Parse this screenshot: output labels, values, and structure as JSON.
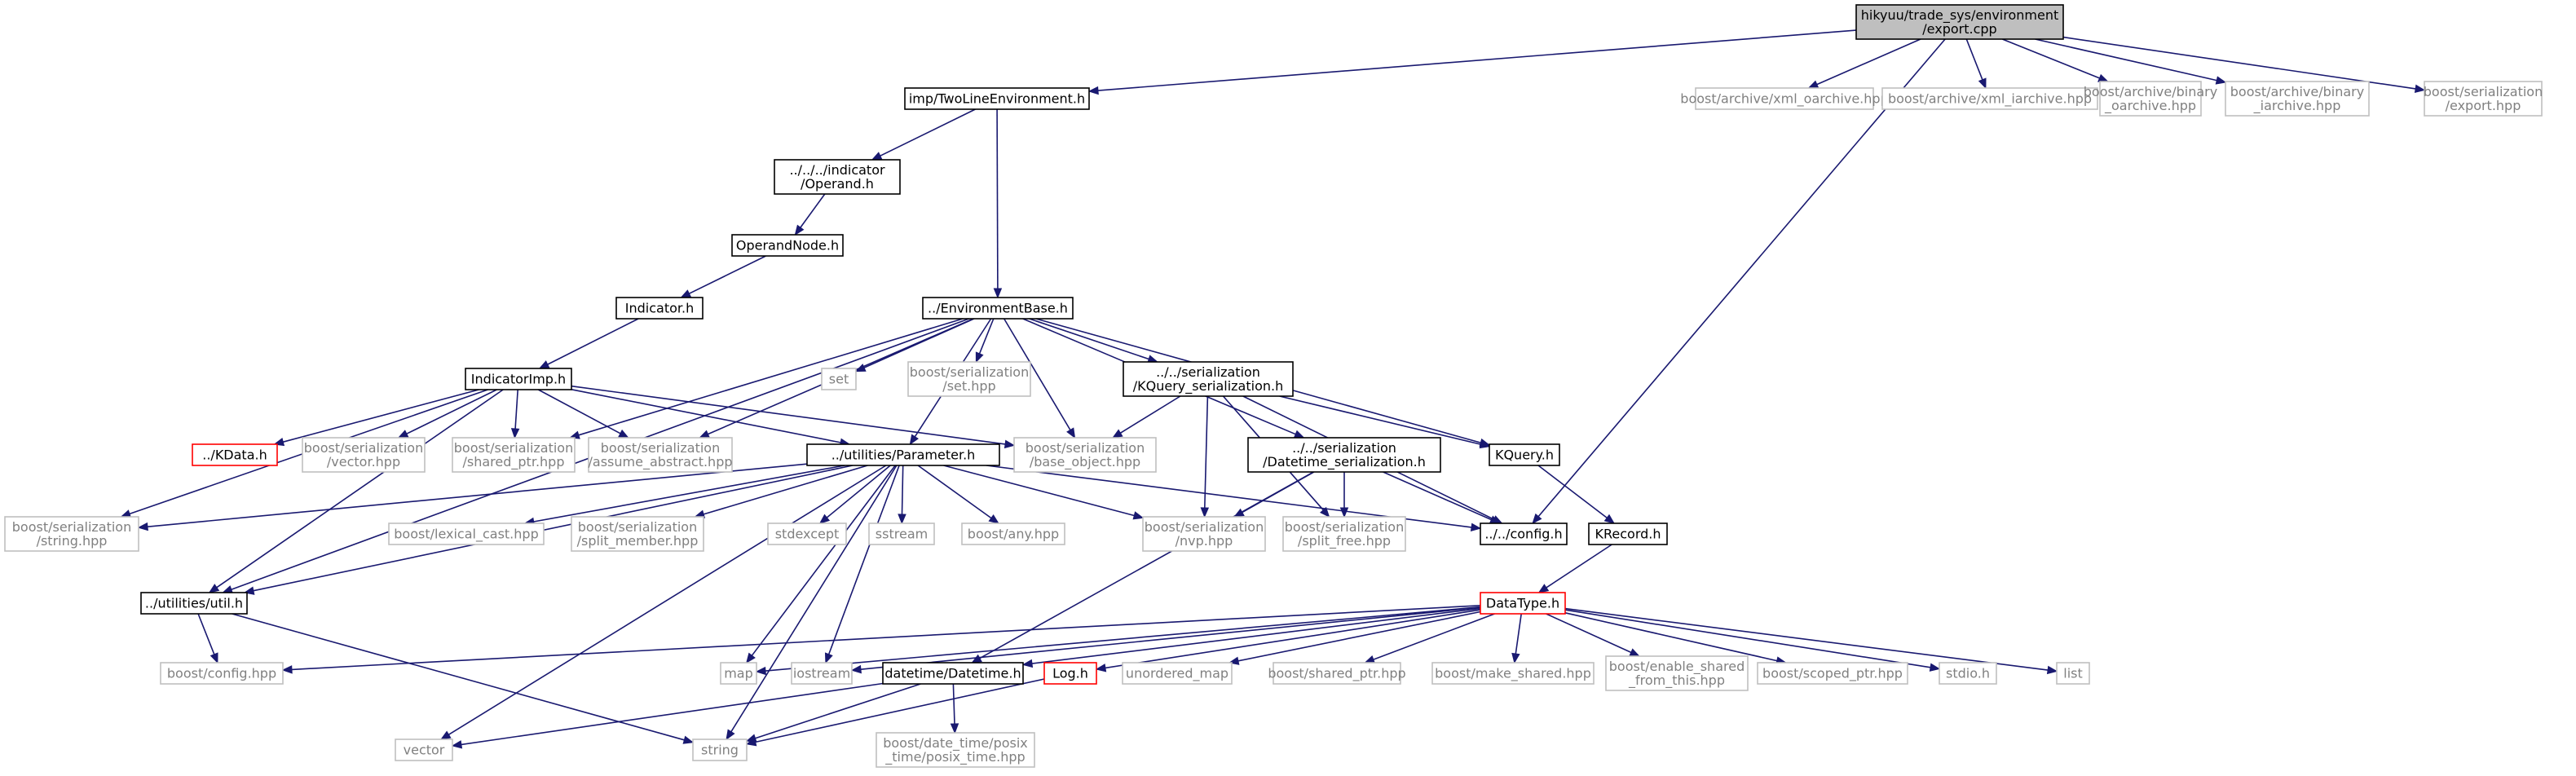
{
  "colors": {
    "edge": "#191970",
    "root_fill": "#bfbfbf",
    "root_stroke": "#000000",
    "local_stroke": "#000000",
    "external_stroke": "#bfbfbf",
    "external_text": "#808080",
    "missing_stroke": "#ff0000",
    "text": "#000000"
  },
  "nodes": [
    {
      "id": "root",
      "kind": "root",
      "lines": [
        "hikyuu/trade_sys/environment",
        "/export.cpp"
      ]
    },
    {
      "id": "twoline",
      "kind": "local",
      "lines": [
        "imp/TwoLineEnvironment.h"
      ]
    },
    {
      "id": "xmlo",
      "kind": "external",
      "lines": [
        "boost/archive/xml_oarchive.hpp"
      ]
    },
    {
      "id": "xmli",
      "kind": "external",
      "lines": [
        "boost/archive/xml_iarchive.hpp"
      ]
    },
    {
      "id": "bino",
      "kind": "external",
      "lines": [
        "boost/archive/binary",
        "_oarchive.hpp"
      ]
    },
    {
      "id": "bini",
      "kind": "external",
      "lines": [
        "boost/archive/binary",
        "_iarchive.hpp"
      ]
    },
    {
      "id": "exporth",
      "kind": "external",
      "lines": [
        "boost/serialization",
        "/export.hpp"
      ]
    },
    {
      "id": "operand",
      "kind": "local",
      "lines": [
        "../../../indicator",
        "/Operand.h"
      ]
    },
    {
      "id": "operandnode",
      "kind": "local",
      "lines": [
        "OperandNode.h"
      ]
    },
    {
      "id": "indicator",
      "kind": "local",
      "lines": [
        "Indicator.h"
      ]
    },
    {
      "id": "envbase",
      "kind": "local",
      "lines": [
        "../EnvironmentBase.h"
      ]
    },
    {
      "id": "indimp",
      "kind": "local",
      "lines": [
        "IndicatorImp.h"
      ]
    },
    {
      "id": "set",
      "kind": "external",
      "lines": [
        "set"
      ]
    },
    {
      "id": "sersethpp",
      "kind": "external",
      "lines": [
        "boost/serialization",
        "/set.hpp"
      ]
    },
    {
      "id": "kqser",
      "kind": "local",
      "lines": [
        "../../serialization",
        "/KQuery_serialization.h"
      ]
    },
    {
      "id": "kdata",
      "kind": "missing",
      "lines": [
        "../KData.h"
      ]
    },
    {
      "id": "vectorhpp",
      "kind": "external",
      "lines": [
        "boost/serialization",
        "/vector.hpp"
      ]
    },
    {
      "id": "sharedptrhpp",
      "kind": "external",
      "lines": [
        "boost/serialization",
        "/shared_ptr.hpp"
      ]
    },
    {
      "id": "assumeabs",
      "kind": "external",
      "lines": [
        "boost/serialization",
        "/assume_abstract.hpp"
      ]
    },
    {
      "id": "param",
      "kind": "local",
      "lines": [
        "../utilities/Parameter.h"
      ]
    },
    {
      "id": "baseobj",
      "kind": "external",
      "lines": [
        "boost/serialization",
        "/base_object.hpp"
      ]
    },
    {
      "id": "dtser",
      "kind": "local",
      "lines": [
        "../../serialization",
        "/Datetime_serialization.h"
      ]
    },
    {
      "id": "kquery",
      "kind": "local",
      "lines": [
        "KQuery.h"
      ]
    },
    {
      "id": "strhpp",
      "kind": "external",
      "lines": [
        "boost/serialization",
        "/string.hpp"
      ]
    },
    {
      "id": "lexcast",
      "kind": "external",
      "lines": [
        "boost/lexical_cast.hpp"
      ]
    },
    {
      "id": "splitmem",
      "kind": "external",
      "lines": [
        "boost/serialization",
        "/split_member.hpp"
      ]
    },
    {
      "id": "stdexcept",
      "kind": "external",
      "lines": [
        "stdexcept"
      ]
    },
    {
      "id": "sstream",
      "kind": "external",
      "lines": [
        "sstream"
      ]
    },
    {
      "id": "anyhpp",
      "kind": "external",
      "lines": [
        "boost/any.hpp"
      ]
    },
    {
      "id": "nvp",
      "kind": "external",
      "lines": [
        "boost/serialization",
        "/nvp.hpp"
      ]
    },
    {
      "id": "splitfree",
      "kind": "external",
      "lines": [
        "boost/serialization",
        "/split_free.hpp"
      ]
    },
    {
      "id": "config",
      "kind": "local",
      "lines": [
        "../../config.h"
      ]
    },
    {
      "id": "krecord",
      "kind": "local",
      "lines": [
        "KRecord.h"
      ]
    },
    {
      "id": "util",
      "kind": "local",
      "lines": [
        "../utilities/util.h"
      ]
    },
    {
      "id": "datatype",
      "kind": "missing",
      "lines": [
        "DataType.h"
      ]
    },
    {
      "id": "boostconfig",
      "kind": "external",
      "lines": [
        "boost/config.hpp"
      ]
    },
    {
      "id": "map",
      "kind": "external",
      "lines": [
        "map"
      ]
    },
    {
      "id": "iostream",
      "kind": "external",
      "lines": [
        "iostream"
      ]
    },
    {
      "id": "datetime",
      "kind": "local",
      "lines": [
        "datetime/Datetime.h"
      ]
    },
    {
      "id": "logh",
      "kind": "missing",
      "lines": [
        "Log.h"
      ]
    },
    {
      "id": "umap",
      "kind": "external",
      "lines": [
        "unordered_map"
      ]
    },
    {
      "id": "bsharedptr",
      "kind": "external",
      "lines": [
        "boost/shared_ptr.hpp"
      ]
    },
    {
      "id": "makeshared",
      "kind": "external",
      "lines": [
        "boost/make_shared.hpp"
      ]
    },
    {
      "id": "enableshared",
      "kind": "external",
      "lines": [
        "boost/enable_shared",
        "_from_this.hpp"
      ]
    },
    {
      "id": "scopedptr",
      "kind": "external",
      "lines": [
        "boost/scoped_ptr.hpp"
      ]
    },
    {
      "id": "stdioh",
      "kind": "external",
      "lines": [
        "stdio.h"
      ]
    },
    {
      "id": "list",
      "kind": "external",
      "lines": [
        "list"
      ]
    },
    {
      "id": "vector",
      "kind": "external",
      "lines": [
        "vector"
      ]
    },
    {
      "id": "string",
      "kind": "external",
      "lines": [
        "string"
      ]
    },
    {
      "id": "posix",
      "kind": "external",
      "lines": [
        "boost/date_time/posix",
        "_time/posix_time.hpp"
      ]
    }
  ],
  "edges": [
    [
      "root",
      "twoline"
    ],
    [
      "root",
      "xmlo"
    ],
    [
      "root",
      "xmli"
    ],
    [
      "root",
      "bino"
    ],
    [
      "root",
      "bini"
    ],
    [
      "root",
      "exporth"
    ],
    [
      "root",
      "config"
    ],
    [
      "twoline",
      "operand"
    ],
    [
      "twoline",
      "envbase"
    ],
    [
      "operand",
      "operandnode"
    ],
    [
      "operandnode",
      "indicator"
    ],
    [
      "indicator",
      "indimp"
    ],
    [
      "envbase",
      "set"
    ],
    [
      "envbase",
      "sersethpp"
    ],
    [
      "envbase",
      "kqser"
    ],
    [
      "envbase",
      "sharedptrhpp"
    ],
    [
      "envbase",
      "assumeabs"
    ],
    [
      "envbase",
      "param"
    ],
    [
      "envbase",
      "baseobj"
    ],
    [
      "envbase",
      "dtser"
    ],
    [
      "envbase",
      "kquery"
    ],
    [
      "envbase",
      "util"
    ],
    [
      "indimp",
      "kdata"
    ],
    [
      "indimp",
      "vectorhpp"
    ],
    [
      "indimp",
      "sharedptrhpp"
    ],
    [
      "indimp",
      "assumeabs"
    ],
    [
      "indimp",
      "param"
    ],
    [
      "indimp",
      "baseobj"
    ],
    [
      "indimp",
      "strhpp"
    ],
    [
      "indimp",
      "util"
    ],
    [
      "kqser",
      "baseobj"
    ],
    [
      "kqser",
      "kquery"
    ],
    [
      "kqser",
      "nvp"
    ],
    [
      "kqser",
      "splitfree"
    ],
    [
      "kqser",
      "config"
    ],
    [
      "param",
      "strhpp"
    ],
    [
      "param",
      "lexcast"
    ],
    [
      "param",
      "splitmem"
    ],
    [
      "param",
      "stdexcept"
    ],
    [
      "param",
      "sstream"
    ],
    [
      "param",
      "anyhpp"
    ],
    [
      "param",
      "nvp"
    ],
    [
      "param",
      "config"
    ],
    [
      "param",
      "util"
    ],
    [
      "param",
      "map"
    ],
    [
      "param",
      "iostream"
    ],
    [
      "param",
      "vector"
    ],
    [
      "param",
      "string"
    ],
    [
      "dtser",
      "nvp"
    ],
    [
      "dtser",
      "splitfree"
    ],
    [
      "dtser",
      "config"
    ],
    [
      "dtser",
      "datetime"
    ],
    [
      "kquery",
      "krecord"
    ],
    [
      "krecord",
      "datatype"
    ],
    [
      "util",
      "boostconfig"
    ],
    [
      "util",
      "string"
    ],
    [
      "datatype",
      "boostconfig"
    ],
    [
      "datatype",
      "map"
    ],
    [
      "datatype",
      "iostream"
    ],
    [
      "datatype",
      "datetime"
    ],
    [
      "datatype",
      "logh"
    ],
    [
      "datatype",
      "umap"
    ],
    [
      "datatype",
      "bsharedptr"
    ],
    [
      "datatype",
      "makeshared"
    ],
    [
      "datatype",
      "enableshared"
    ],
    [
      "datatype",
      "scopedptr"
    ],
    [
      "datatype",
      "stdioh"
    ],
    [
      "datatype",
      "list"
    ],
    [
      "datetime",
      "vector"
    ],
    [
      "datetime",
      "string"
    ],
    [
      "datetime",
      "posix"
    ],
    [
      "logh",
      "string"
    ]
  ]
}
